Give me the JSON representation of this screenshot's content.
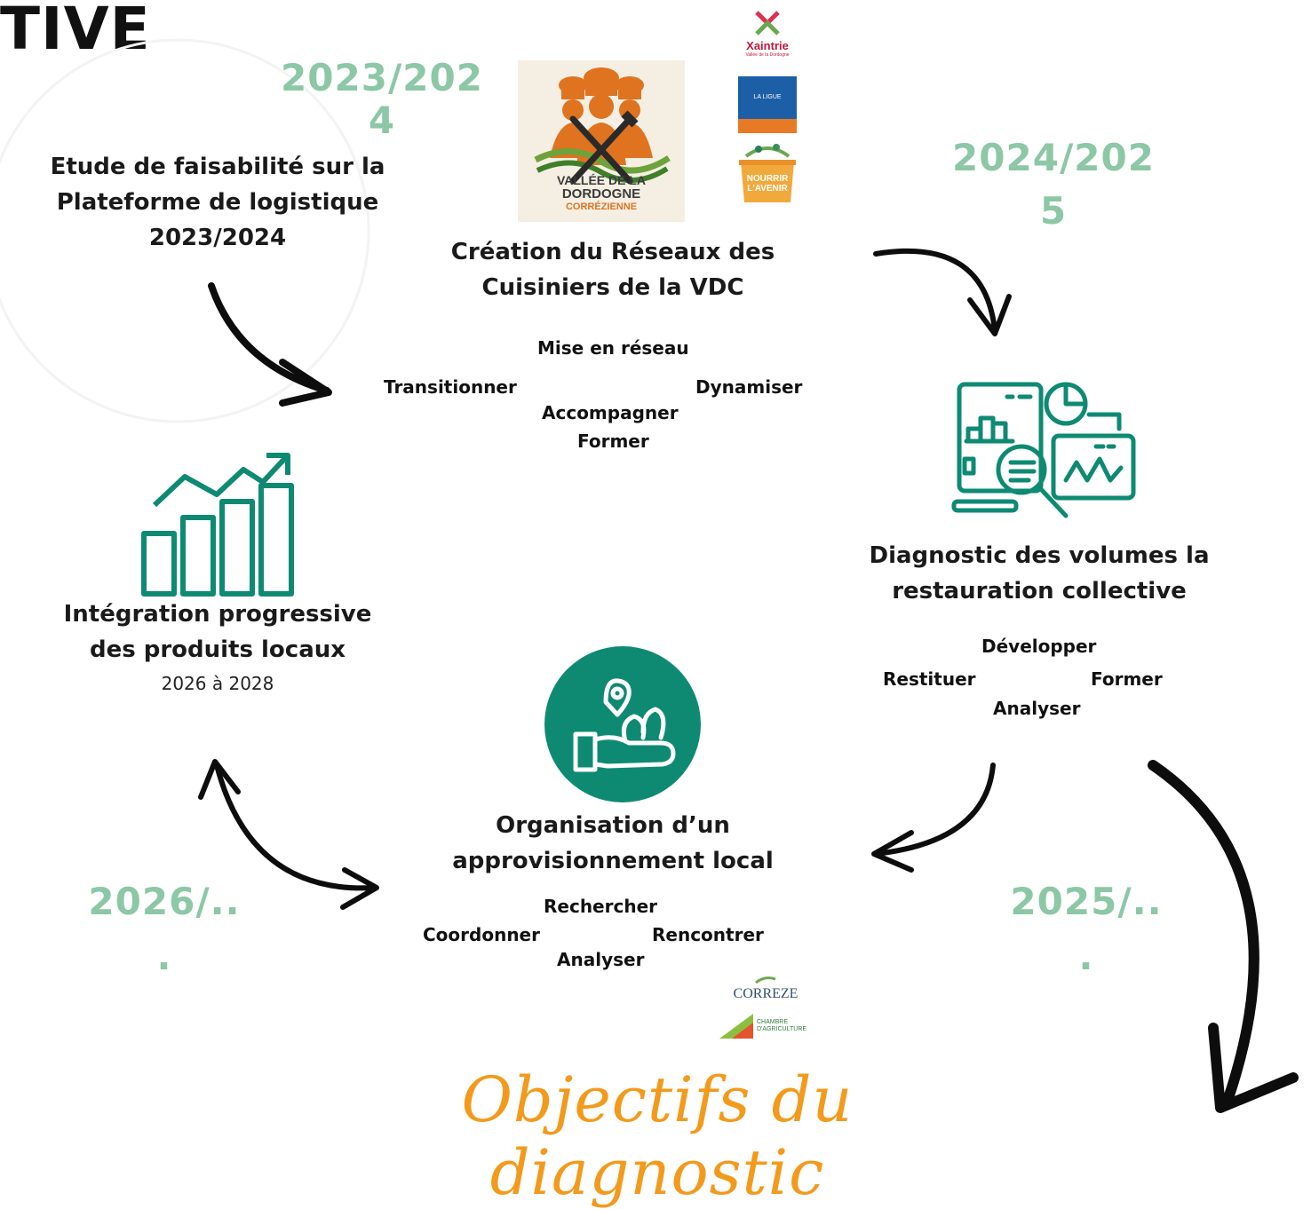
{
  "header": {
    "title_fragment": "TIVE"
  },
  "years": {
    "y2023": {
      "line1": "2023/202",
      "line2": "4"
    },
    "y2024": {
      "line1": "2024/202",
      "line2": "5"
    },
    "y2026": {
      "line1": "2026/..",
      "line2": "."
    },
    "y2025": {
      "line1": "2025/..",
      "line2": "."
    }
  },
  "step_feasibility": {
    "line1": "Etude de faisabilité sur la",
    "line2": "Plateforme de logistique",
    "line3": "2023/2024"
  },
  "step_network": {
    "line1": "Création du Réseaux des",
    "line2": "Cuisiniers de la VDC",
    "verbs": [
      "Mise en réseau",
      "Transitionner",
      "Dynamiser",
      "Accompagner",
      "Former"
    ]
  },
  "step_diagnostic": {
    "line1": "Diagnostic des volumes la",
    "line2": "restauration collective",
    "verbs": [
      "Développer",
      "Restituer",
      "Former",
      "Analyser"
    ]
  },
  "step_supply": {
    "line1": "Organisation d’un",
    "line2": "approvisionnement local",
    "verbs": [
      "Rechercher",
      "Coordonner",
      "Rencontrer",
      "Analyser"
    ]
  },
  "step_integration": {
    "line1": "Intégration progressive",
    "line2": "des produits locaux",
    "years": "2026 à 2028"
  },
  "logos": {
    "vdc": {
      "line1": "VALLÉE DE LA",
      "line2": "DORDOGNE",
      "line3": "CORRÉZIENNE"
    },
    "xaintrie": {
      "name": "Xaintrie",
      "sub": "Vallée de la Dordogne"
    },
    "ligue": {
      "name": "LA LIGUE"
    },
    "nourrir": {
      "line1": "NOURRIR",
      "line2": "L'AVENIR"
    },
    "correze": {
      "name": "CORREZE"
    },
    "chambre": {
      "line1": "CHAMBRE",
      "line2": "D'AGRICULTURE"
    }
  },
  "footer": {
    "title": "Objectifs du diagnostic"
  },
  "colors": {
    "teal": "#0e8a73",
    "year_green": "#8cc7a6",
    "footer_orange": "#f39a1c",
    "vdc_orange": "#e0731f",
    "ligue_blue": "#1d5fa6"
  }
}
